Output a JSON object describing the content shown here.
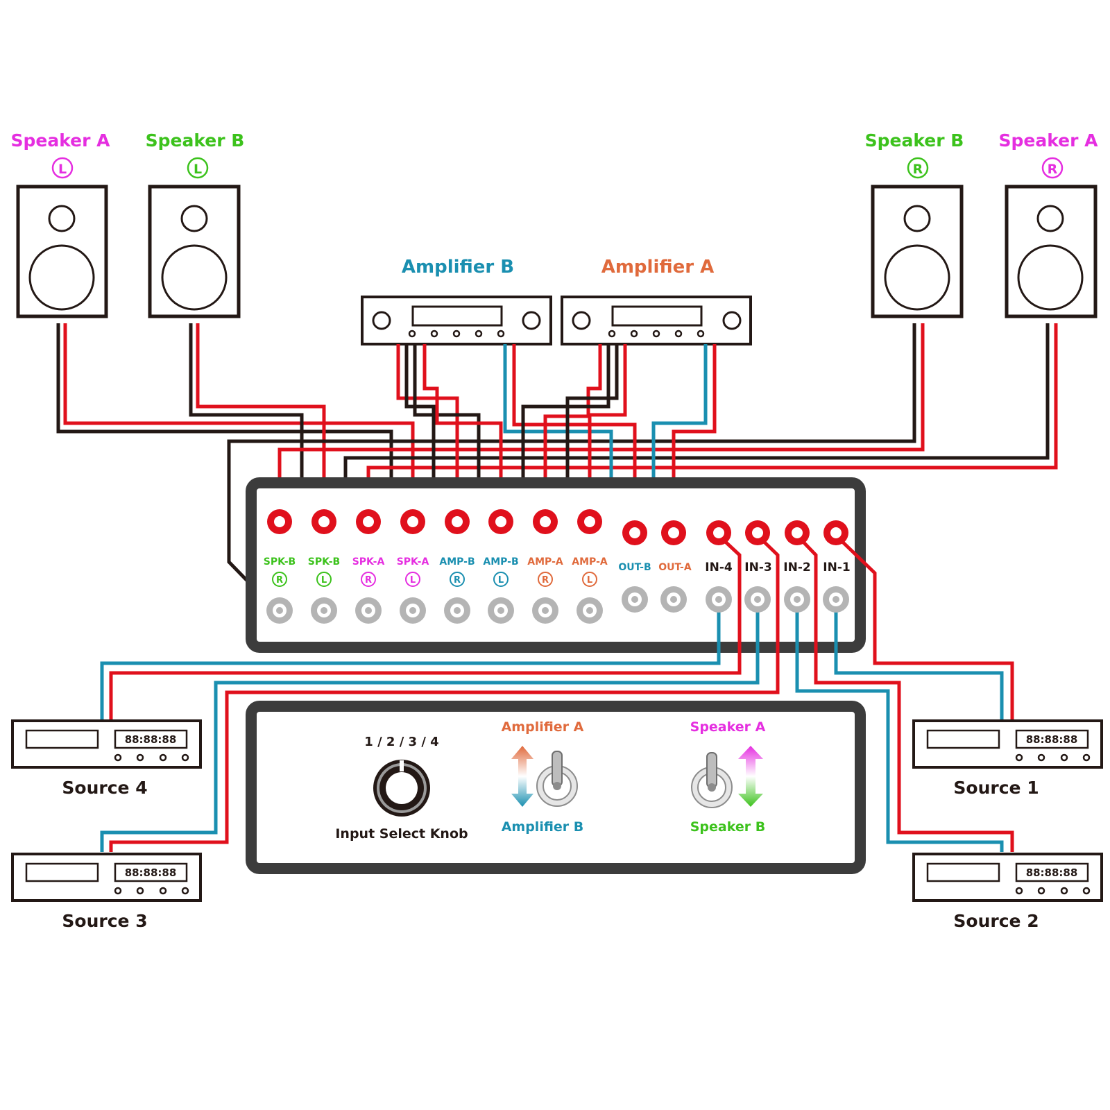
{
  "colors": {
    "magenta": "#e52ee0",
    "green": "#3cc21c",
    "teal": "#1a8fb0",
    "orange": "#e06a3c",
    "red": "#e0101c",
    "black": "#231815",
    "panel": "#3c3c3c",
    "jack": "#b4b4b4"
  },
  "speakers": [
    {
      "label": "Speaker A",
      "channel": "L",
      "color": "magenta"
    },
    {
      "label": "Speaker B",
      "channel": "L",
      "color": "green"
    },
    {
      "label": "Speaker B",
      "channel": "R",
      "color": "green"
    },
    {
      "label": "Speaker A",
      "channel": "R",
      "color": "magenta"
    }
  ],
  "amplifiers": [
    {
      "label": "Amplifier B",
      "color": "teal"
    },
    {
      "label": "Amplifier A",
      "color": "orange"
    }
  ],
  "jack_panel": {
    "jacks": [
      {
        "label": "SPK-B",
        "channel": "R",
        "color": "green"
      },
      {
        "label": "SPK-B",
        "channel": "L",
        "color": "green"
      },
      {
        "label": "SPK-A",
        "channel": "R",
        "color": "magenta"
      },
      {
        "label": "SPK-A",
        "channel": "L",
        "color": "magenta"
      },
      {
        "label": "AMP-B",
        "channel": "R",
        "color": "teal"
      },
      {
        "label": "AMP-B",
        "channel": "L",
        "color": "teal"
      },
      {
        "label": "AMP-A",
        "channel": "R",
        "color": "orange"
      },
      {
        "label": "AMP-A",
        "channel": "L",
        "color": "orange"
      }
    ],
    "outputs": [
      {
        "label": "OUT-B",
        "color": "teal"
      },
      {
        "label": "OUT-A",
        "color": "orange"
      }
    ],
    "inputs": [
      {
        "label": "IN-4"
      },
      {
        "label": "IN-3"
      },
      {
        "label": "IN-2"
      },
      {
        "label": "IN-1"
      }
    ]
  },
  "control_panel": {
    "knob_positions": "1 / 2 / 3 / 4",
    "knob_label": "Input Select Knob",
    "amp_switch": {
      "up": "Amplifier A",
      "down": "Amplifier B"
    },
    "speaker_switch": {
      "up": "Speaker A",
      "down": "Speaker B"
    }
  },
  "sources": [
    {
      "label": "Source 4",
      "display": "88:88:88"
    },
    {
      "label": "Source 3",
      "display": "88:88:88"
    },
    {
      "label": "Source 1",
      "display": "88:88:88"
    },
    {
      "label": "Source 2",
      "display": "88:88:88"
    }
  ]
}
